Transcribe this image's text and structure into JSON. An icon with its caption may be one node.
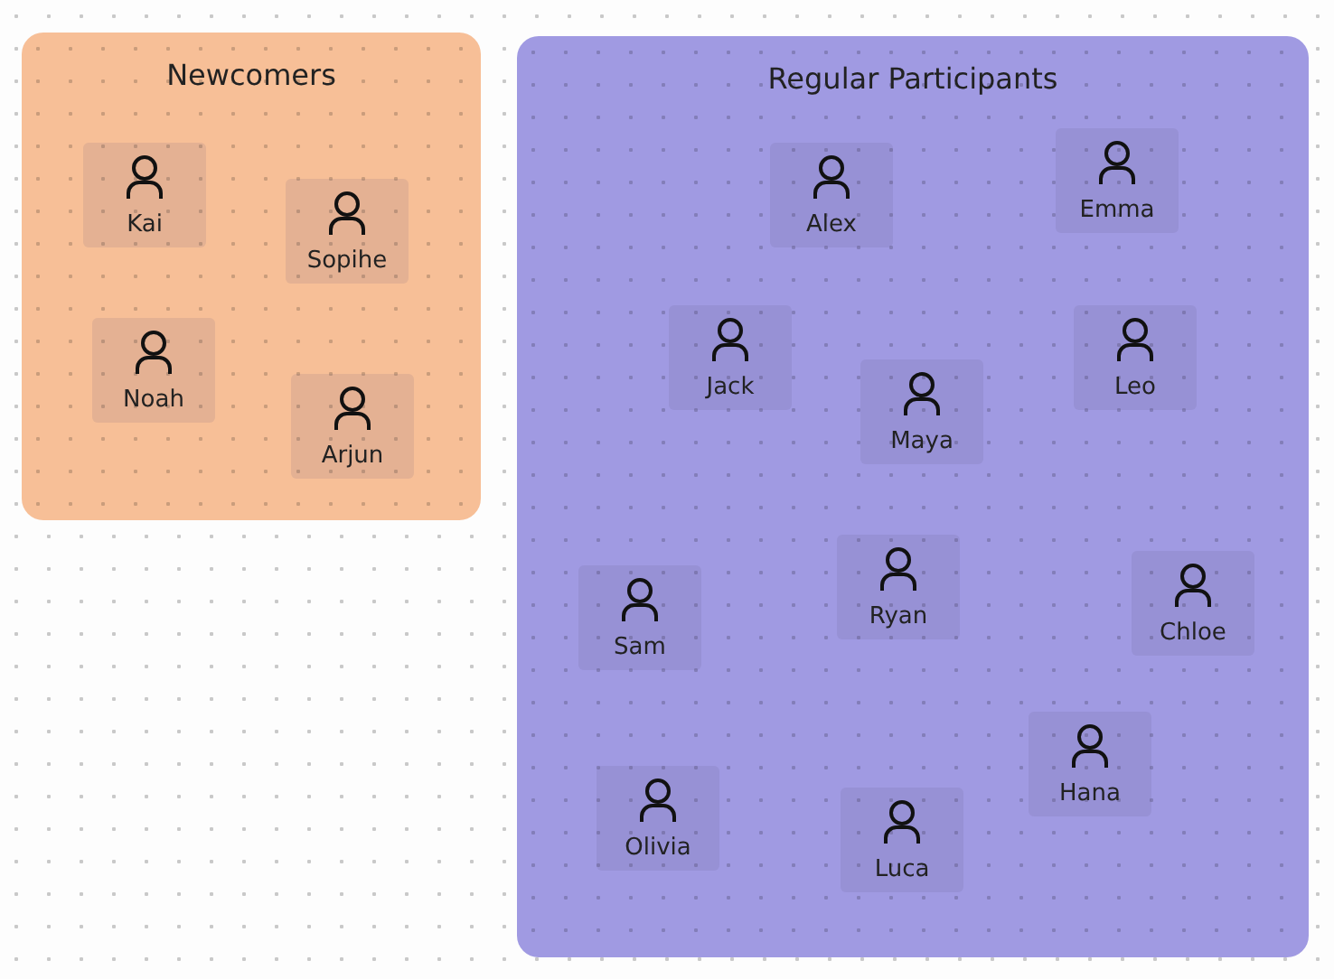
{
  "diagram": {
    "nodes": [
      {
        "text": [
          "Newcomers"
        ]
      },
      {
        "text": [
          "Kai"
        ],
        "in": 0
      },
      {
        "text": [
          "Sopihe"
        ],
        "in": 0
      },
      {
        "text": [
          "Noah"
        ],
        "in": 0
      },
      {
        "text": [
          "Arjun"
        ],
        "in": 0
      },
      {
        "text": [
          "Regular Participants"
        ]
      },
      {
        "text": [
          "Alex"
        ],
        "in": 5
      },
      {
        "text": [
          "Emma"
        ],
        "in": 5
      },
      {
        "text": [
          "Jack"
        ],
        "in": 5
      },
      {
        "text": [
          "Maya"
        ],
        "in": 5
      },
      {
        "text": [
          "Leo"
        ],
        "in": 5
      },
      {
        "text": [
          "Sam"
        ],
        "in": 5
      },
      {
        "text": [
          "Ryan"
        ],
        "in": 5
      },
      {
        "text": [
          "Chloe"
        ],
        "in": 5
      },
      {
        "text": [
          "Olivia"
        ],
        "in": 5
      },
      {
        "text": [
          "Luca"
        ],
        "in": 5
      },
      {
        "text": [
          "Hana"
        ],
        "in": 5
      }
    ]
  }
}
